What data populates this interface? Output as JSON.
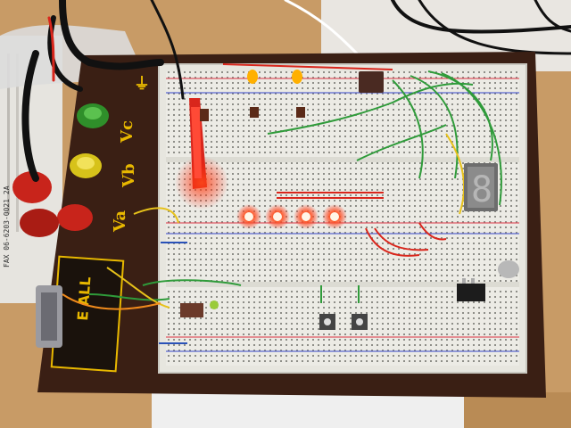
{
  "scene": {
    "description_kind": "photo",
    "board_labels": {
      "va": "Va",
      "vb": "Vb",
      "vc": "Vc",
      "ground": "⏚"
    },
    "brand_plate": "E ALL",
    "paper_text": "FAX 06-6203-0021 2A",
    "seven_segment": "8",
    "colors": {
      "wood": "#c79a62",
      "base": "#3a1f14",
      "breadboard": "#ecece6",
      "led_red": "#ff3b1f",
      "led_amber": "#ffb000",
      "wire_green": "#2f9b3a",
      "wire_red": "#d9261c",
      "wire_orange": "#f08a1c",
      "wire_yellow": "#e7c21a",
      "wire_blue": "#2a52b8",
      "probe_black": "#111111",
      "banana_red": "#c8241b",
      "banana_green": "#2f8f2a",
      "banana_yellow": "#d7c21a"
    }
  }
}
